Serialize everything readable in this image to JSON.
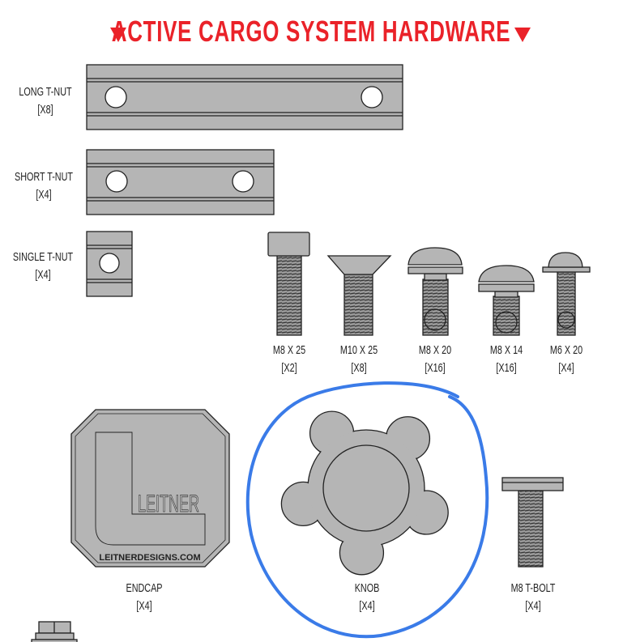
{
  "title": "ACTIVE CARGO SYSTEM HARDWARE",
  "colors": {
    "title": "#ea2229",
    "part_fill": "#b5b5b5",
    "annotation": "#3a7be8"
  },
  "parts": [
    {
      "name": "LONG T-NUT",
      "qty": "[X8]"
    },
    {
      "name": "SHORT T-NUT",
      "qty": "[X4]"
    },
    {
      "name": "SINGLE T-NUT",
      "qty": "[X4]"
    },
    {
      "name": "M8 X 25",
      "qty": "[X2]"
    },
    {
      "name": "M10 X 25",
      "qty": "[X8]"
    },
    {
      "name": "M8 X 20",
      "qty": "[X16]"
    },
    {
      "name": "M8 X 14",
      "qty": "[X16]"
    },
    {
      "name": "M6 X 20",
      "qty": "[X4]"
    },
    {
      "name": "ENDCAP",
      "qty": "[X4]"
    },
    {
      "name": "KNOB",
      "qty": "[X4]"
    },
    {
      "name": "M8 T-BOLT",
      "qty": "[X4]"
    }
  ],
  "endcap_logo": {
    "brand": "LEITNER",
    "website": "LEITNERDESIGNS.COM"
  }
}
